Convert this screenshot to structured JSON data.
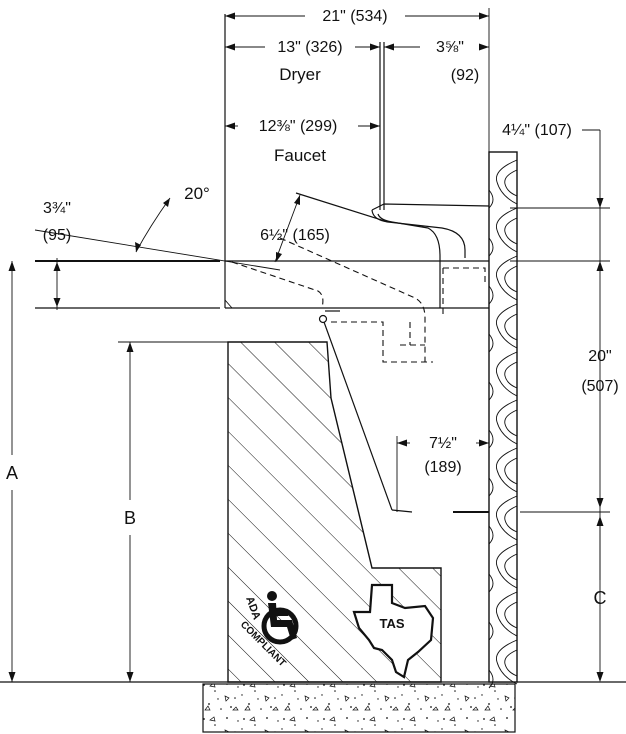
{
  "dimensions": {
    "overall_width": "21\" (534)",
    "dryer_reach": "13\" (326)",
    "dryer_label": "Dryer",
    "dryer_offset": "3⅝\"",
    "dryer_offset_mm": "(92)",
    "faucet_reach": "12⅜\" (299)",
    "faucet_label": "Faucet",
    "wall_clearance": "4¼\" (107)",
    "deck_angle": "20°",
    "deck_height": "3¾\"",
    "deck_height_mm": "(95)",
    "basin_depth": "6½\" (165)",
    "mount_height": "20\"",
    "mount_height_mm": "(507)",
    "drain_offset": "7½\"",
    "drain_offset_mm": "(189)"
  },
  "heights": {
    "a": "A",
    "b": "B",
    "c": "C"
  },
  "badges": {
    "tas": "TAS",
    "ada_line1": "ADA",
    "ada_line2": "COMPLIANT"
  }
}
